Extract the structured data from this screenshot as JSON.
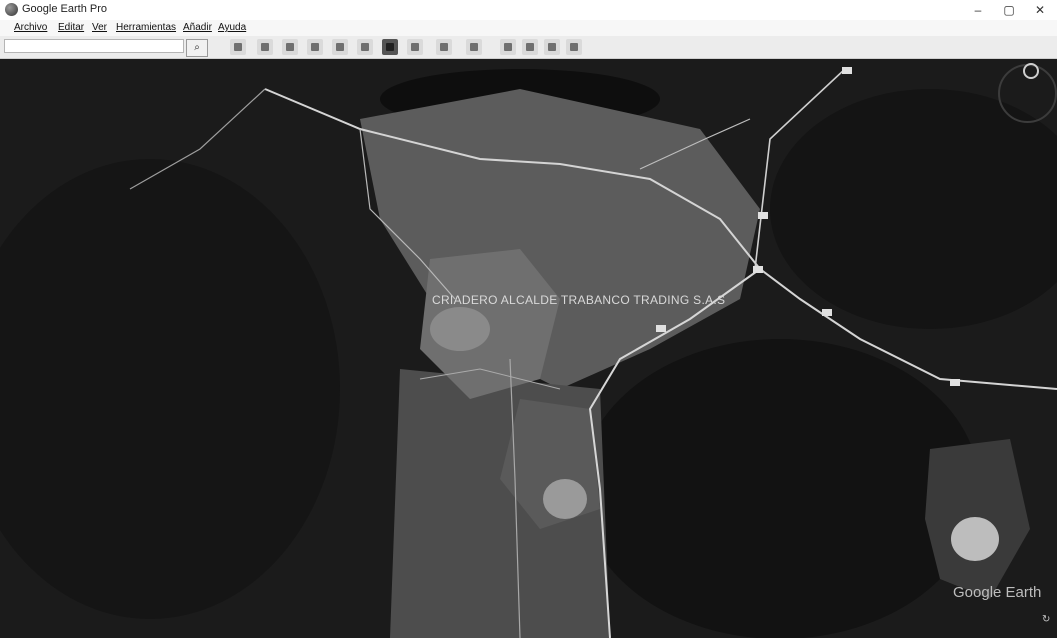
{
  "window": {
    "title": "Google Earth Pro",
    "minimize": "–",
    "maximize": "▢",
    "close": "✕"
  },
  "menu": [
    "Archivo",
    "Editar",
    "Ver",
    "Herramientas",
    "Añadir",
    "Ayuda"
  ],
  "toolbar": {
    "search_placeholder": "",
    "search_icon": "magnifier-icon",
    "buttons": [
      "hide-sidebar-icon",
      "placemark-icon",
      "polygon-icon",
      "path-icon",
      "overlay-icon",
      "record-tour-icon",
      "historical-imagery-icon",
      "sun-icon",
      "planets-icon",
      "ruler-icon",
      "email-icon",
      "print-icon",
      "save-image-icon",
      "view-in-maps-icon"
    ]
  },
  "map": {
    "place_label": "CRIADERO ALCALDE TRABANCO TRADING S.A.S",
    "watermark": "Google Earth",
    "status_left": "",
    "nav_icon": "compass-icon"
  },
  "colors": {
    "terrain": "#1a1a1a",
    "urban": "#6a6a6a",
    "roads": "#d8d8d8"
  }
}
